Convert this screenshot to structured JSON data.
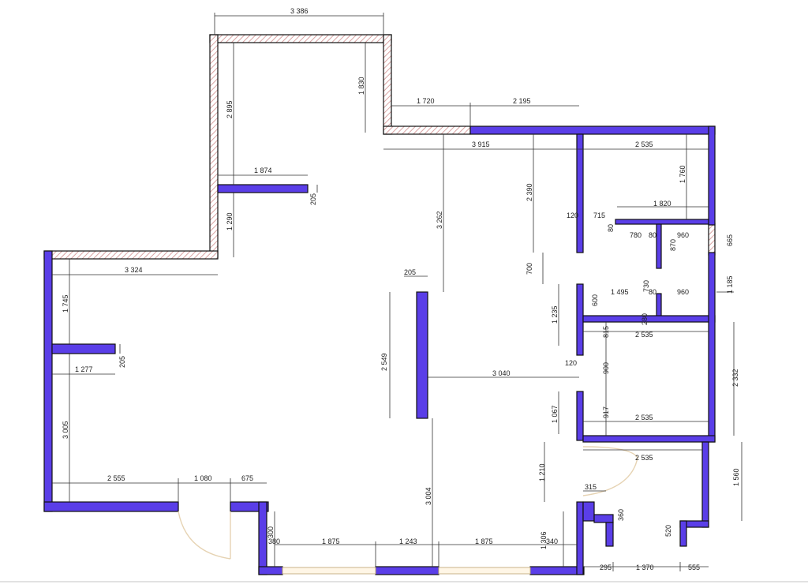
{
  "colors": {
    "new_wall": "#5a3ee8",
    "old_wall_hatch": "#d9a3a3",
    "line": "#111111",
    "door_arc": "#e6d3b3"
  },
  "dimensions": {
    "d3386": "3 386",
    "d1830": "1 830",
    "d2895": "2 895",
    "d1720": "1 720",
    "d2195": "2 195",
    "d3915": "3 915",
    "d2535a": "2 535",
    "d1760": "1 760",
    "d1874": "1 874",
    "d205a": "205",
    "d2390": "2 390",
    "d3262": "3 262",
    "d1820": "1 820",
    "d120a": "120",
    "d715": "715",
    "d80a": "80",
    "d780": "780",
    "d80b": "80",
    "d960a": "960",
    "d870": "870",
    "d665": "665",
    "d1290": "1 290",
    "d3324": "3 324",
    "d700": "700",
    "d205b": "205",
    "d730": "730",
    "d600": "600",
    "d1495": "1 495",
    "d80c": "80",
    "d960b": "960",
    "d1185": "1 185",
    "d1745": "1 745",
    "d1235": "1 235",
    "d280": "280",
    "d815": "815",
    "d2535b": "2 535",
    "d205c": "205",
    "d1277": "1 277",
    "d2549": "2 549",
    "d120b": "120",
    "d3040": "3 040",
    "d900": "900",
    "d2332": "2 332",
    "d1067": "1 067",
    "d917": "917",
    "d2535c": "2 535",
    "d3005": "3 005",
    "d2535d": "2 535",
    "d1560": "1 560",
    "d2555": "2 555",
    "d1080": "1 080",
    "d675": "675",
    "d1210": "1 210",
    "d3004": "3 004",
    "d315": "315",
    "d380": "380",
    "d300": "300",
    "d520": "520",
    "d360": "360",
    "d1875a": "1 875",
    "d1243": "1 243",
    "d1875b": "1 875",
    "d1306": "1 306",
    "d340": "340",
    "d295": "295",
    "d1370": "1 370",
    "d555": "555"
  }
}
